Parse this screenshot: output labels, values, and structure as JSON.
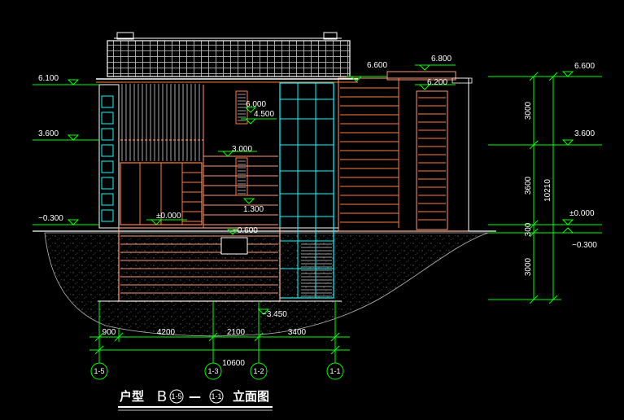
{
  "colors": {
    "background": "#000000",
    "white": "#ffffff",
    "green": "#00ff00",
    "cyan": "#00ffff",
    "orange": "#ff8040",
    "salmon": "#ff9a7a",
    "grey": "#9a9a9a"
  },
  "levels_left": [
    "6.100",
    "3.600",
    "−0.300"
  ],
  "levels_right": [
    "6.600",
    "3.600",
    "±0.000",
    "−0.300"
  ],
  "levels_inner": {
    "roof_mid": "6.600",
    "roof_high": "6.800",
    "upper_right": "6.200",
    "window_top": "6.000",
    "window_mid": "4.500",
    "floor2": "3.000",
    "floor1": "±0.000",
    "sill": "1.300",
    "basement_top": "−0.600",
    "basement_floor": "−3.450"
  },
  "vertical_dims": {
    "upper": "3000",
    "middle": "3600",
    "small": "300",
    "lower": "3000",
    "total": "10210"
  },
  "horizontal_dims": {
    "d1": "900",
    "d2": "4200",
    "d3": "2100",
    "d4": "3400",
    "total": "10600"
  },
  "axes": [
    "1-5",
    "1-3",
    "1-2",
    "1-1"
  ],
  "title": {
    "prefix": "户型",
    "b": "B",
    "axis_from": "1-5",
    "dash": "—",
    "axis_to": "1-1",
    "suffix": "立面图"
  }
}
